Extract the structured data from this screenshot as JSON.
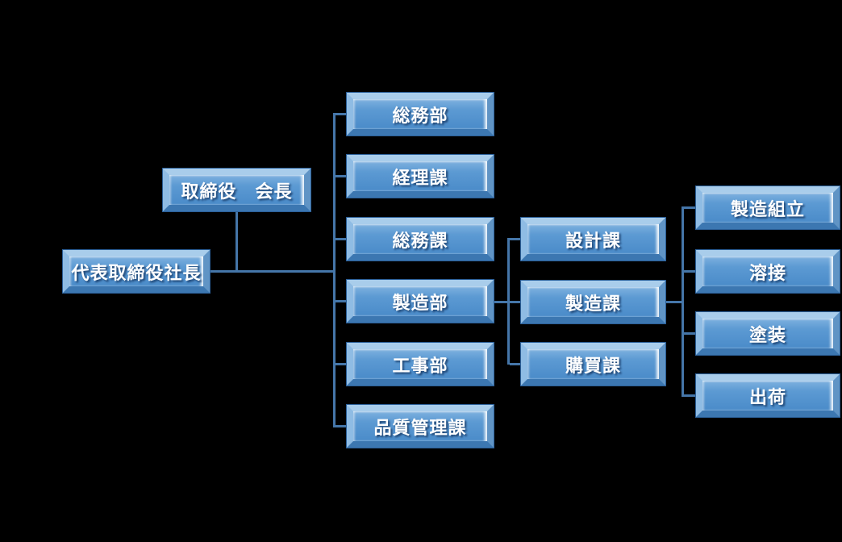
{
  "background_color": "#000000",
  "diagram": {
    "type": "org-chart",
    "connector_color": "#4576A9",
    "node_style": {
      "fill": "#4E8ECB",
      "fill_highlight": "#A9CDEB",
      "fill_shadow": "#3C77B1",
      "outline": "#2B5F98",
      "text_color": "#FFFFFF"
    }
  },
  "nodes": {
    "chairman": {
      "label": "取締役　会長"
    },
    "president": {
      "label": "代表取締役社長"
    },
    "general_affairs_dept": {
      "label": "総務部"
    },
    "accounting_section": {
      "label": "経理課"
    },
    "general_affairs_section": {
      "label": "総務課"
    },
    "manufacturing_dept": {
      "label": "製造部"
    },
    "construction_dept": {
      "label": "工事部"
    },
    "quality_control_section": {
      "label": "品質管理課"
    },
    "design_section": {
      "label": "設計課"
    },
    "manufacturing_section": {
      "label": "製造課"
    },
    "purchasing_section": {
      "label": "購買課"
    },
    "assembly": {
      "label": "製造組立"
    },
    "welding": {
      "label": "溶接"
    },
    "painting": {
      "label": "塗装"
    },
    "shipping": {
      "label": "出荷"
    }
  },
  "edges": [
    {
      "from": "president",
      "to": "chairman"
    },
    {
      "from": "president",
      "to": "general_affairs_dept"
    },
    {
      "from": "president",
      "to": "accounting_section"
    },
    {
      "from": "president",
      "to": "general_affairs_section"
    },
    {
      "from": "president",
      "to": "manufacturing_dept"
    },
    {
      "from": "president",
      "to": "construction_dept"
    },
    {
      "from": "president",
      "to": "quality_control_section"
    },
    {
      "from": "manufacturing_dept",
      "to": "design_section"
    },
    {
      "from": "manufacturing_dept",
      "to": "manufacturing_section"
    },
    {
      "from": "manufacturing_dept",
      "to": "purchasing_section"
    },
    {
      "from": "manufacturing_section",
      "to": "assembly"
    },
    {
      "from": "manufacturing_section",
      "to": "welding"
    },
    {
      "from": "manufacturing_section",
      "to": "painting"
    },
    {
      "from": "manufacturing_section",
      "to": "shipping"
    }
  ]
}
